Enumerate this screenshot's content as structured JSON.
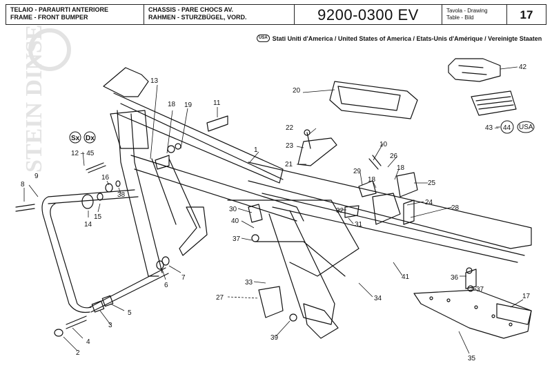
{
  "header": {
    "left_line1": "TELAIO - PARAURTI ANTERIORE",
    "left_line2": "FRAME - FRONT BUMPER",
    "mid_line1": "CHASSIS - PARE CHOCS AV.",
    "mid_line2": "RAHMEN - STURZBÜGEL, VORD.",
    "code": "9200-0300 EV",
    "table_line1": "Tavola - Drawing",
    "table_line2": "Table - Bild",
    "table_number": "17"
  },
  "region": {
    "badge": "USA",
    "text": "Stati Uniti d'America / United States of America / Etats-Unis d'Amérique / Vereinigte Staaten"
  },
  "sides": {
    "sx": "Sx",
    "dx": "Dx",
    "range": "12 – 45"
  },
  "ref43": {
    "left": "43 –",
    "circled": "44",
    "usa": "USA"
  },
  "watermark": "STEIN DINSE",
  "labels": {
    "l1": "1",
    "l2": "2",
    "l3": "3",
    "l4": "4",
    "l5": "5",
    "l6": "6",
    "l7": "7",
    "l8": "8",
    "l9": "9",
    "l10": "10",
    "l11": "11",
    "l13": "13",
    "l14": "14",
    "l15": "15",
    "l16": "16",
    "l17": "17",
    "l18a": "18",
    "l18b": "18",
    "l18c": "18",
    "l19": "19",
    "l20": "20",
    "l21": "21",
    "l22": "22",
    "l23": "23",
    "l24": "24",
    "l25": "25",
    "l26": "26",
    "l27": "27",
    "l28": "28",
    "l29": "29",
    "l30": "30",
    "l31": "31",
    "l32": "32",
    "l33": "33",
    "l34": "34",
    "l35": "35",
    "l36": "36",
    "l37a": "37",
    "l37b": "37",
    "l38": "38",
    "l39": "39",
    "l40": "40",
    "l41": "41",
    "l42": "42"
  }
}
